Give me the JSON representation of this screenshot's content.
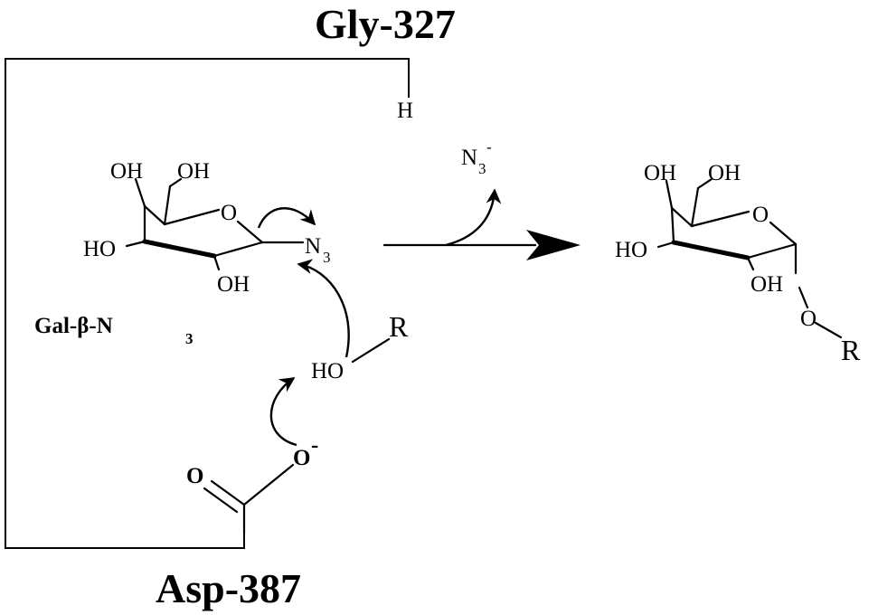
{
  "residues": {
    "top": "Gly-327",
    "bottom": "Asp-387",
    "top_h": "H"
  },
  "substrate": {
    "oh4": "OH",
    "oh6": "OH",
    "ring_o": "O",
    "oh3": "HO",
    "oh2": "OH",
    "azide_n": "N",
    "azide_sub": "3",
    "name_prefix": "Gal-β-N",
    "name_sub": "3"
  },
  "nucleophile": {
    "ho": "HO",
    "r": "R"
  },
  "aspartate": {
    "carbonyl_o": "O",
    "oxyanion_o": "O",
    "charge": "-"
  },
  "leaving_group": {
    "n": "N",
    "sub": "3",
    "charge": "-"
  },
  "product": {
    "oh4": "OH",
    "oh6": "OH",
    "ring_o": "O",
    "oh3": "HO",
    "oh2": "OH",
    "glyco_o": "O",
    "r": "R"
  }
}
